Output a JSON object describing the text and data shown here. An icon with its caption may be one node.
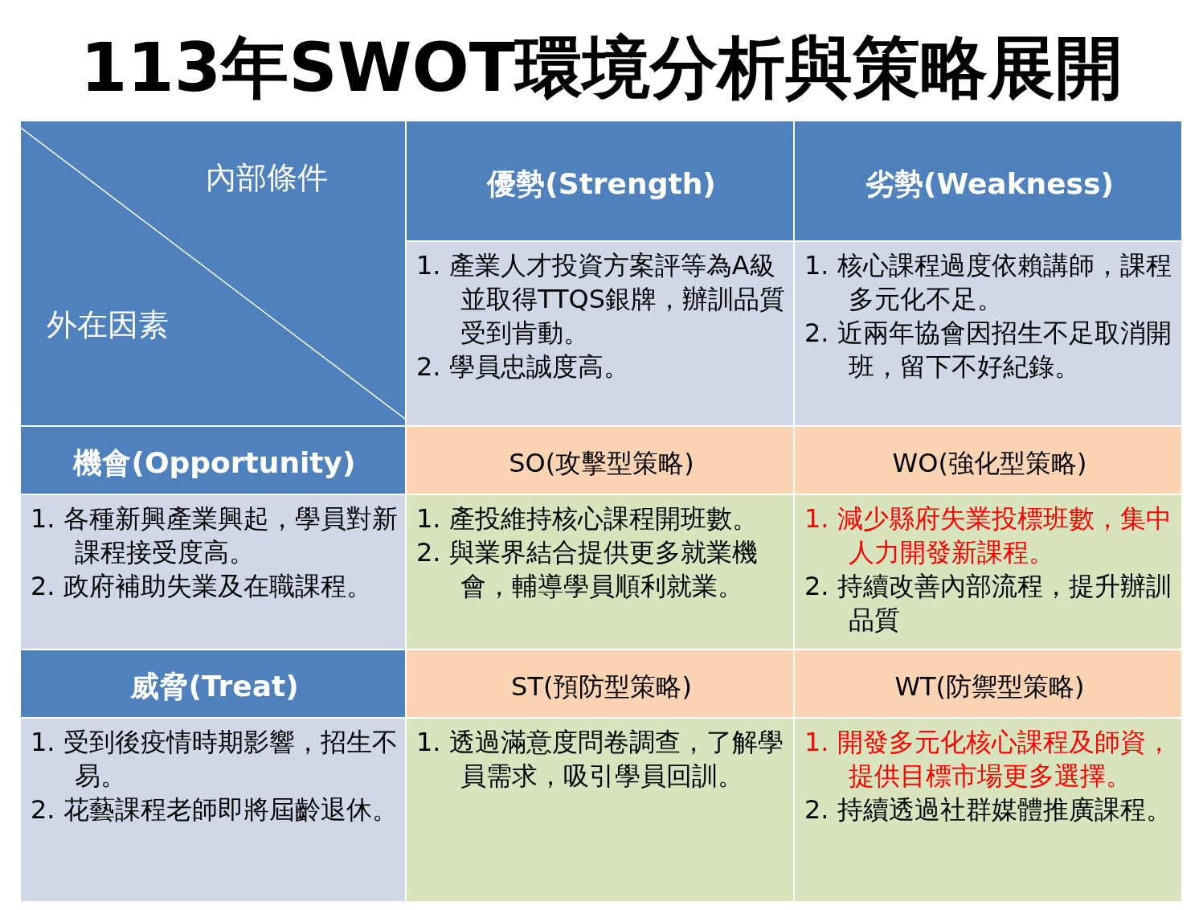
{
  "diagram": {
    "title": "113年SWOT環境分析與策略展開",
    "labels": [
      "內部條件",
      "外在因素",
      "優勢(Strength)",
      "劣勢(Weakness)",
      "1. 產業人才投資方案評等為A級並取得TTQS銀牌，辦訓品質受到肯動。",
      "2. 學員忠誠度高。",
      "1. 核心課程過度依賴講師，課程多元化不足。",
      "2. 近兩年協會因招生不足取消開班，留下不好紀錄。",
      "機會(Opportunity)",
      "SO(攻擊型策略)",
      "WO(強化型策略)",
      "1. 各種新興產業興起，學員對新課程接受度高。",
      "2. 政府補助失業及在職課程。",
      "1. 產投維持核心課程開班數。",
      "2. 與業界結合提供更多就業機會，輔導學員順利就業。",
      "1. 減少縣府失業投標班數，集中人力開發新課程。",
      "2. 持續改善內部流程，提升辦訓品質",
      "威脅(Treat)",
      "ST(預防型策略)",
      "WT(防禦型策略)",
      "1. 受到後疫情時期影響，招生不易。",
      "2. 花藝課程老師即將屆齡退休。",
      "1. 透過滿意度問卷調查，了解學員需求，吸引學員回訓。",
      "1. 開發多元化核心課程及師資，提供目標市場更多選擇。",
      "2. 持續透過社群媒體推廣課程。"
    ]
  }
}
